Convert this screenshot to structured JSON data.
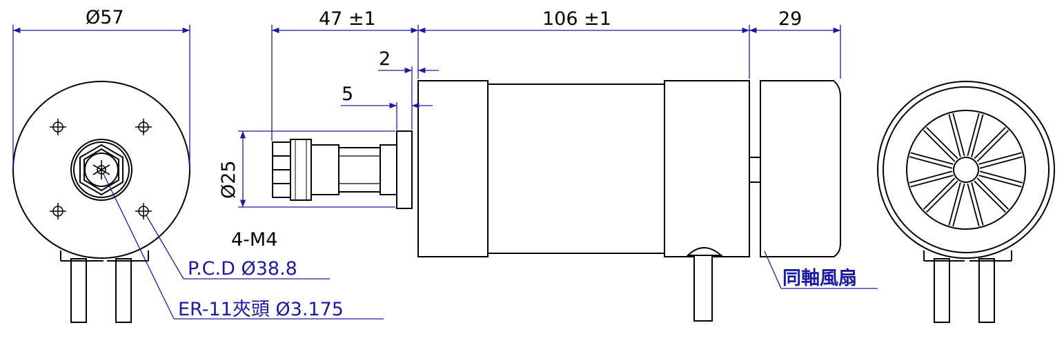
{
  "dimensions": {
    "front_diameter": "Ø57",
    "collet_length": "47 ±1",
    "body_length": "106 ±1",
    "fan_length": "29",
    "flange_thickness": "2",
    "shaft_offset": "5",
    "shaft_diameter": "Ø25"
  },
  "callouts": {
    "holes": "4-M4",
    "pcd": "P.C.D Ø38.8",
    "collet": "ER-11夾頭 Ø3.175",
    "coaxial_fan": "同軸風扇"
  },
  "colors": {
    "outline": "#000000",
    "dimension_line": "#1a1aa0",
    "background": "#ffffff"
  }
}
